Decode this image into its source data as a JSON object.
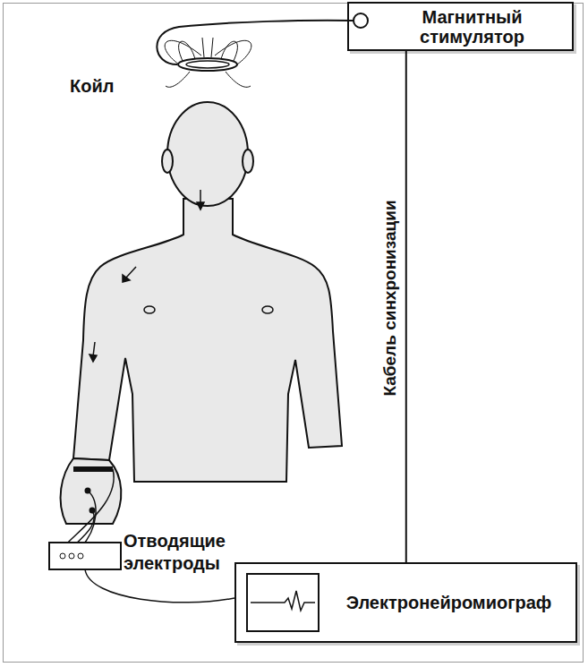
{
  "diagram": {
    "nodes": [
      {
        "text": [
          "Магнитный стимулятор"
        ]
      },
      {
        "text": [
          "Электронейромиограф"
        ]
      }
    ],
    "edges": [
      {
        "from": 0,
        "to": 1,
        "arrow": "none",
        "label": "Кабель синхронизации"
      }
    ],
    "labels": [
      "Койл",
      "Отводящие электроды"
    ]
  }
}
